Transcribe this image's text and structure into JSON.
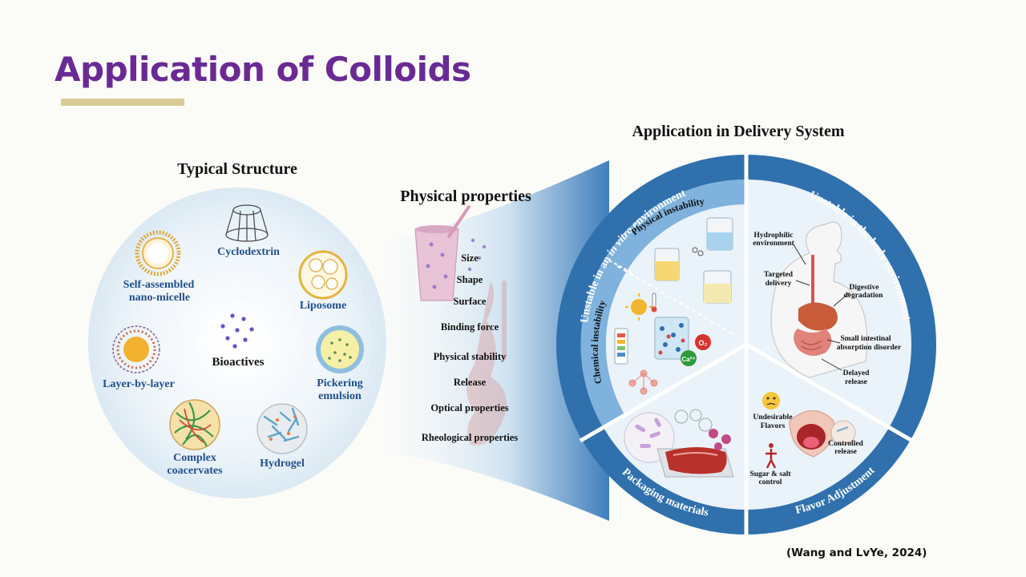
{
  "slide": {
    "title": "Application of Colloids",
    "citation": "(Wang and LvYe, 2024)",
    "accent_color": "#6a2a93",
    "underline_color": "#d8cb96"
  },
  "figure": {
    "left_panel": {
      "heading": "Typical Structure",
      "center_label": "Bioactives",
      "structures": [
        {
          "label": "Cyclodextrin",
          "icon": "cyclodextrin-icon"
        },
        {
          "label": "Self-assembled nano-micelle",
          "line1": "Self-assembled",
          "line2": "nano-micelle",
          "icon": "micelle-icon"
        },
        {
          "label": "Liposome",
          "icon": "liposome-icon"
        },
        {
          "label": "Layer-by-layer",
          "icon": "layer-by-layer-icon"
        },
        {
          "label": "Pickering emulsion",
          "line1": "Pickering",
          "line2": "emulsion",
          "icon": "pickering-emulsion-icon"
        },
        {
          "label": "Complex coacervates",
          "line1": "Complex",
          "line2": "coacervates",
          "icon": "coacervate-icon"
        },
        {
          "label": "Hydrogel",
          "icon": "hydrogel-icon"
        }
      ]
    },
    "middle_panel": {
      "heading": "Physical properties",
      "properties": [
        "Size",
        "Shape",
        "Surface",
        "Binding force",
        "Physical stability",
        "Release",
        "Optical properties",
        "Rheological properties"
      ]
    },
    "right_panel": {
      "heading": "Application in Delivery System",
      "ring_segments": {
        "in_vitro": "Unstable in an in vitro environment",
        "in_vitro_prefix": "Unstable in an ",
        "in_vitro_italic": "in vitro",
        "in_vitro_suffix": " environment",
        "body": "Unstable in the body environment",
        "packaging": "Packaging materials",
        "flavor": "Flavor Adjustment"
      },
      "sub_ring": {
        "physical": "Physical instability",
        "chemical": "Chemical instability"
      },
      "body_labels": {
        "hydrophilic1": "Hydrophilic",
        "hydrophilic2": "environment",
        "targeted1": "Targeted",
        "targeted2": "delivery",
        "digestive1": "Digestive",
        "digestive2": "degradation",
        "small1": "Small intestinal",
        "small2": "absorption disorder",
        "delayed1": "Delayed",
        "delayed2": "release"
      },
      "flavor_labels": {
        "undesirable1": "Undesirable",
        "undesirable2": "Flavors",
        "controlled1": "Controlled",
        "controlled2": "release",
        "sugar1": "Sugar & salt",
        "sugar2": "control"
      },
      "chem_labels": {
        "oxygen": "O₂",
        "calcium": "Ca²⁺"
      }
    },
    "colors": {
      "ring_dark": "#2e6fae",
      "ring_light": "#7fb2dc",
      "panel_bg": "#e9f2f8",
      "label_blue": "#1f4f8a"
    }
  }
}
